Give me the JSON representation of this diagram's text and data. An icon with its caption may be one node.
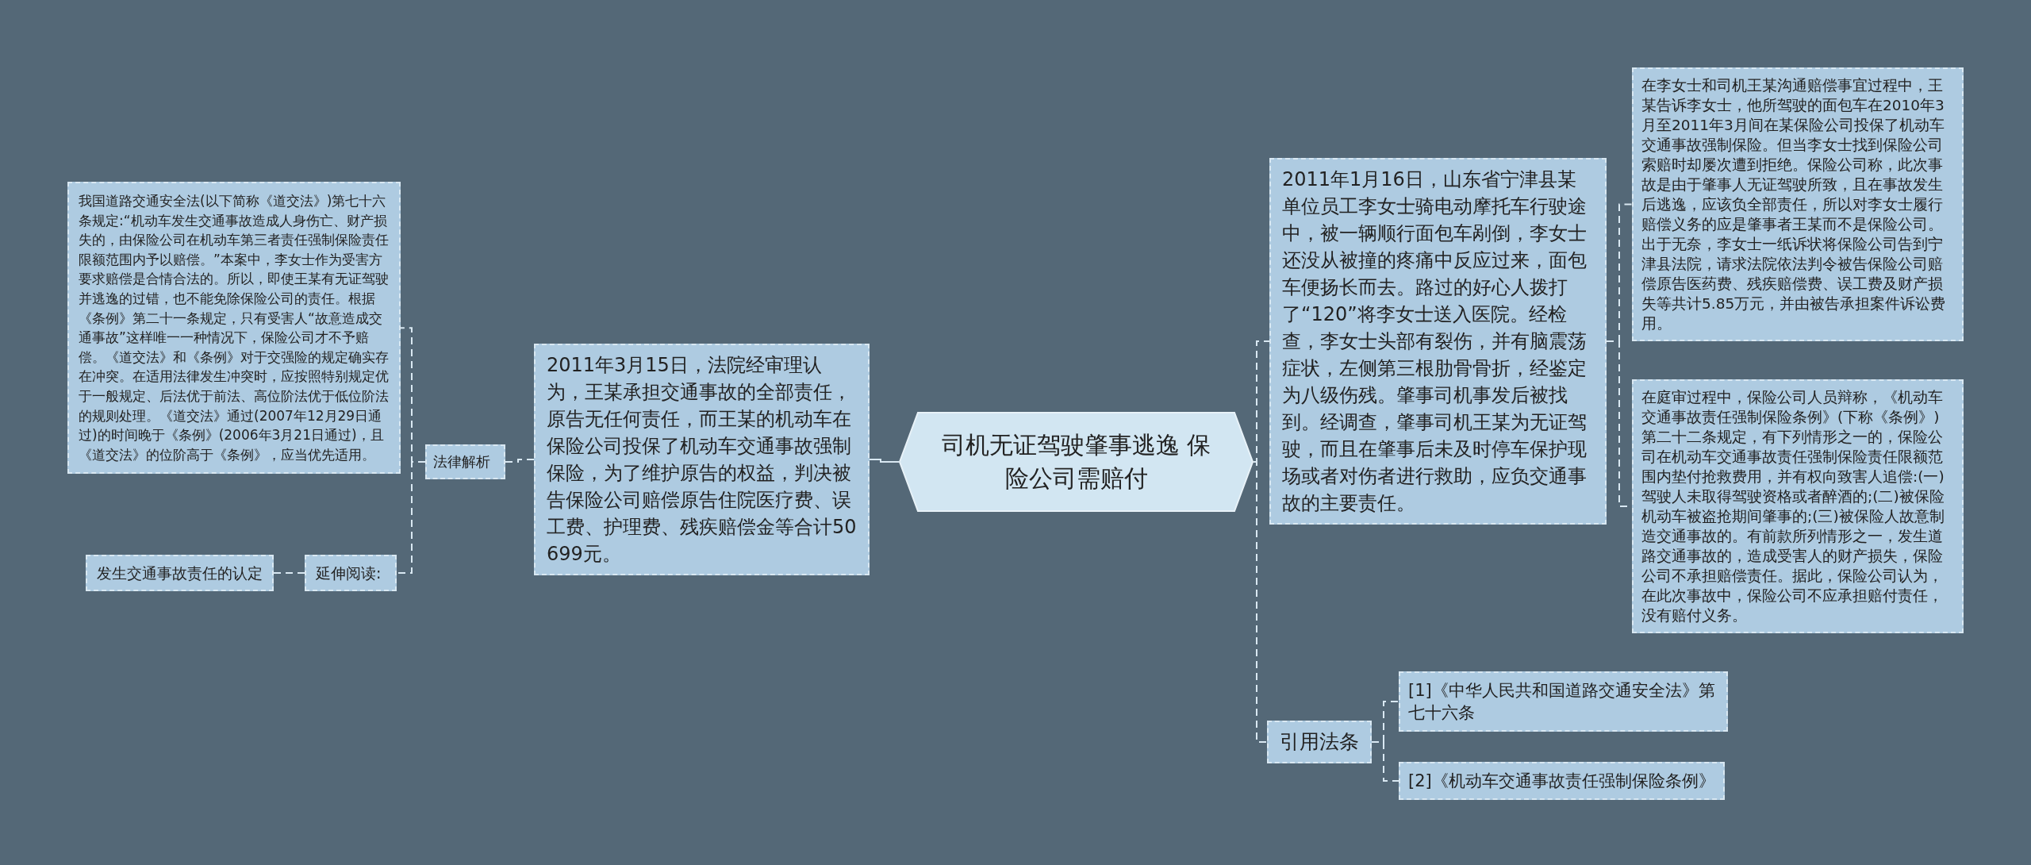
{
  "diagram": {
    "nodes": [
      {
        "text": [
          "司机无证驾驶肇事逃逸 保险公司需赔付"
        ]
      },
      {
        "text": [
          "2011年3月15日，法院经审理认为，王某承担交通事故的全部责任，原告无任何责任，而王某的机动车在保险公司投保了机动车交通事故强制保险，为了维护原告的权益，判决被告保险公司赔偿原告住院医疗费、误工费、护理费、残疾赔偿金等合计50699元。"
        ]
      },
      {
        "text": [
          "法律解析"
        ]
      },
      {
        "text": [
          "我国道路交通安全法(以下简称《道交法》)第七十六条规定:“机动车发生交通事故造成人身伤亡、财产损失的，由保险公司在机动车第三者责任强制保险责任限额范围内予以赔偿。”本案中，李女士作为受害方要求赔偿是合情合法的。所以，即使王某有无证驾驶并逃逸的过错，也不能免除保险公司的责任。根据《条例》第二十一条规定，只有受害人“故意造成交通事故”这样唯一一种情况下，保险公司才不予赔偿。《道交法》和《条例》对于交强险的规定确实存在冲突。在适用法律发生冲突时，应按照特别规定优于一般规定、后法优于前法、高位阶法优于低位阶法的规则处理。《道交法》通过(2007年12月29日通过)的时间晚于《条例》(2006年3月21日通过)，且《道交法》的位阶高于《条例》，应当优先适用。"
        ]
      },
      {
        "text": [
          "延伸阅读:"
        ]
      },
      {
        "text": [
          "发生交通事故责任的认定"
        ]
      },
      {
        "text": [
          "2011年1月16日，山东省宁津县某单位员工李女士骑电动摩托车行驶途中，被一辆顺行面包车剐倒，李女士还没从被撞的疼痛中反应过来，面包车便扬长而去。路过的好心人拨打了“120”将李女士送入医院。经检查，李女士头部有裂伤，并有脑震荡症状，左侧第三根肋骨骨折，经鉴定为八级伤残。肇事司机事发后被找到。经调查，肇事司机王某为无证驾驶，而且在肇事后未及时停车保护现场或者对伤者进行救助，应负交通事故的主要责任。"
        ]
      },
      {
        "text": [
          "在李女士和司机王某沟通赔偿事宜过程中，王某告诉李女士，他所驾驶的面包车在2010年3月至2011年3月间在某保险公司投保了机动车交通事故强制保险。但当李女士找到保险公司索赔时却屡次遭到拒绝。保险公司称，此次事故是由于肇事人无证驾驶所致，且在事故发生后逃逸，应该负全部责任，所以对李女士履行赔偿义务的应是肇事者王某而不是保险公司。出于无奈，李女士一纸诉状将保险公司告到宁津县法院，请求法院依法判令被告保险公司赔偿原告医药费、残疾赔偿费、误工费及财产损失等共计5.85万元，并由被告承担案件诉讼费用。"
        ]
      },
      {
        "text": [
          "在庭审过程中，保险公司人员辩称，《机动车交通事故责任强制保险条例》(下称《条例》)第二十二条规定，有下列情形之一的，保险公司在机动车交通事故责任强制保险责任限额范围内垫付抢救费用，并有权向致害人追偿:(一)驾驶人未取得驾驶资格或者醉酒的;(二)被保险机动车被盗抢期间肇事的;(三)被保险人故意制造交通事故的。有前款所列情形之一，发生道路交通事故的，造成受害人的财产损失，保险公司不承担赔偿责任。据此，保险公司认为，在此次事故中，保险公司不应承担赔付责任，没有赔付义务。"
        ]
      },
      {
        "text": [
          "引用法条"
        ]
      },
      {
        "text": [
          "[1]《中华人民共和国道路交通安全法》第七十六条"
        ]
      },
      {
        "text": [
          "[2]《机动车交通事故责任强制保险条例》"
        ]
      }
    ],
    "edges": [
      {
        "from": 0,
        "to": 1,
        "arrow": "none"
      },
      {
        "from": 1,
        "to": 2,
        "arrow": "none",
        "style": "dashed"
      },
      {
        "from": 2,
        "to": 3,
        "arrow": "none",
        "style": "dashed"
      },
      {
        "from": 2,
        "to": 4,
        "arrow": "none",
        "style": "dashed"
      },
      {
        "from": 4,
        "to": 5,
        "arrow": "none",
        "style": "dashed"
      },
      {
        "from": 0,
        "to": 6,
        "arrow": "none",
        "style": "dashed"
      },
      {
        "from": 6,
        "to": 7,
        "arrow": "none",
        "style": "dashed"
      },
      {
        "from": 6,
        "to": 8,
        "arrow": "none",
        "style": "dashed"
      },
      {
        "from": 0,
        "to": 9,
        "arrow": "none",
        "style": "dashed"
      },
      {
        "from": 9,
        "to": 10,
        "arrow": "none",
        "style": "dashed"
      },
      {
        "from": 9,
        "to": 11,
        "arrow": "none",
        "style": "dashed"
      }
    ]
  }
}
